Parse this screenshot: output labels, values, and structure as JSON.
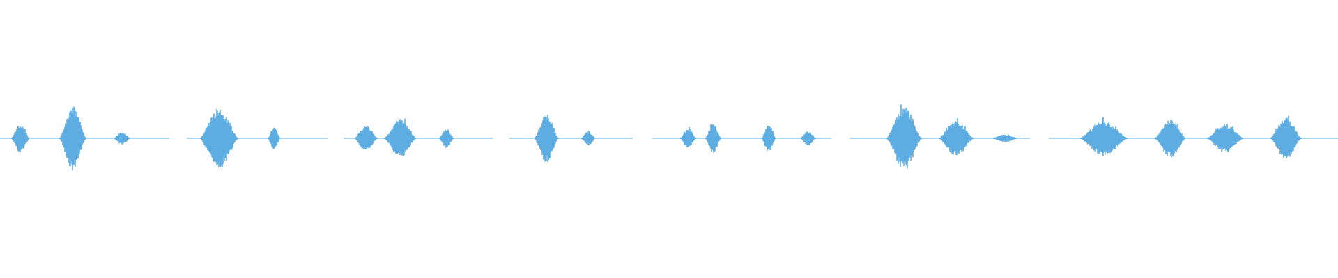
{
  "waveform": {
    "color": "#5DADE2",
    "background": "#FFFFFF",
    "groups": [
      {
        "blobs": [
          {
            "rel": 0.12,
            "amp": 0.45,
            "width": 0.11
          },
          {
            "rel": 0.43,
            "amp": 1.0,
            "width": 0.16
          },
          {
            "rel": 0.72,
            "amp": 0.2,
            "width": 0.1
          }
        ]
      },
      {
        "blobs": [
          {
            "rel": 0.23,
            "amp": 0.95,
            "width": 0.28
          },
          {
            "rel": 0.62,
            "amp": 0.35,
            "width": 0.09
          }
        ]
      },
      {
        "blobs": [
          {
            "rel": 0.15,
            "amp": 0.4,
            "width": 0.16
          },
          {
            "rel": 0.38,
            "amp": 0.6,
            "width": 0.22
          },
          {
            "rel": 0.69,
            "amp": 0.3,
            "width": 0.1
          }
        ]
      },
      {
        "blobs": [
          {
            "rel": 0.3,
            "amp": 0.75,
            "width": 0.2
          },
          {
            "rel": 0.64,
            "amp": 0.22,
            "width": 0.12
          }
        ]
      },
      {
        "blobs": [
          {
            "rel": 0.2,
            "amp": 0.3,
            "width": 0.09
          },
          {
            "rel": 0.34,
            "amp": 0.45,
            "width": 0.09
          },
          {
            "rel": 0.65,
            "amp": 0.45,
            "width": 0.08
          },
          {
            "rel": 0.87,
            "amp": 0.22,
            "width": 0.09
          }
        ]
      },
      {
        "blobs": [
          {
            "rel": 0.3,
            "amp": 1.0,
            "width": 0.2
          },
          {
            "rel": 0.59,
            "amp": 0.55,
            "width": 0.2
          },
          {
            "rel": 0.86,
            "amp": 0.12,
            "width": 0.15
          }
        ]
      },
      {
        "blobs": [
          {
            "rel": 0.19,
            "amp": 0.55,
            "width": 0.17
          },
          {
            "rel": 0.42,
            "amp": 0.6,
            "width": 0.11
          },
          {
            "rel": 0.61,
            "amp": 0.45,
            "width": 0.13
          },
          {
            "rel": 0.82,
            "amp": 0.65,
            "width": 0.11
          }
        ]
      }
    ]
  }
}
